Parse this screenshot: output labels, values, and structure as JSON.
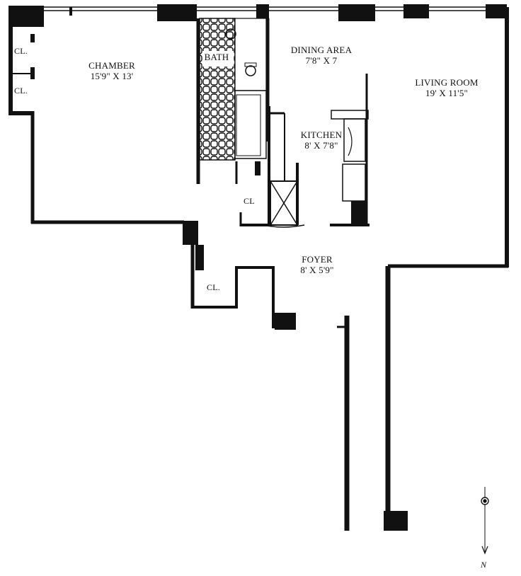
{
  "rooms": {
    "chamber": {
      "name": "CHAMBER",
      "dims": "15'9\" X 13'"
    },
    "bath": {
      "name": "BATH"
    },
    "dining": {
      "name": "DINING AREA",
      "dims": "7'8\" X 7"
    },
    "living": {
      "name": "LIVING ROOM",
      "dims": "19' X 11'5\""
    },
    "kitchen": {
      "name": "KITCHEN",
      "dims": "8' X 7'8\""
    },
    "foyer": {
      "name": "FOYER",
      "dims": "8' X 5'9\""
    }
  },
  "closets": {
    "cl1": "CL.",
    "cl2": "CL.",
    "cl3": "CL",
    "cl4": "CL."
  },
  "compass": {
    "label": "N"
  }
}
